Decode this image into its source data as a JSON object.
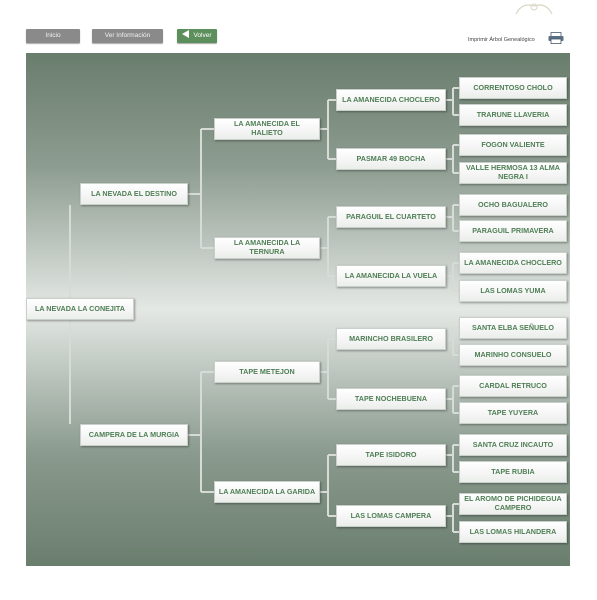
{
  "toolbar": {
    "inicio_label": "Inicio",
    "ver_label": "Ver Información",
    "volver_label": "Volver",
    "print_label": "Imprimir Árbol Genealógico",
    "print_icon": "printer-icon",
    "back_icon": "arrow-left-icon",
    "logo_icon": "horse-logo-icon"
  },
  "colors": {
    "node_text": "#4f7f55",
    "back_button": "#5d8f5d",
    "panel_dark": "#697d6d",
    "panel_light": "#e4e8e4"
  },
  "tree": {
    "root": "LA NEVADA LA CONEJITA",
    "gen1": [
      "LA NEVADA EL DESTINO",
      "CAMPERA DE LA MURGIA"
    ],
    "gen2": [
      "LA AMANECIDA EL HALIETO",
      "LA AMANECIDA LA TERNURA",
      "TAPE METEJON",
      "LA AMANECIDA LA GARIDA"
    ],
    "gen3": [
      "LA AMANECIDA CHOCLERO",
      "PASMAR 49 BOCHA",
      "PARAGUIL EL CUARTETO",
      "LA AMANECIDA LA VUELA",
      "MARINCHO BRASILERO",
      "TAPE NOCHEBUENA",
      "TAPE ISIDORO",
      "LAS LOMAS CAMPERA"
    ],
    "gen4": [
      "CORRENTOSO CHOLO",
      "TRARUNE LLAVERIA",
      "FOGON VALIENTE",
      "VALLE HERMOSA 13 ALMA NEGRA I",
      "OCHO BAGUALERO",
      "PARAGUIL PRIMAVERA",
      "LA AMANECIDA CHOCLERO",
      "LAS LOMAS YUMA",
      "SANTA ELBA SEÑUELO",
      "MARINHO CONSUELO",
      "CARDAL RETRUCO",
      "TAPE YUYERA",
      "SANTA CRUZ INCAUTO",
      "TAPE RUBIA",
      "EL AROMO DE PICHIDEGUA CAMPERO",
      "LAS LOMAS HILANDERA"
    ]
  }
}
